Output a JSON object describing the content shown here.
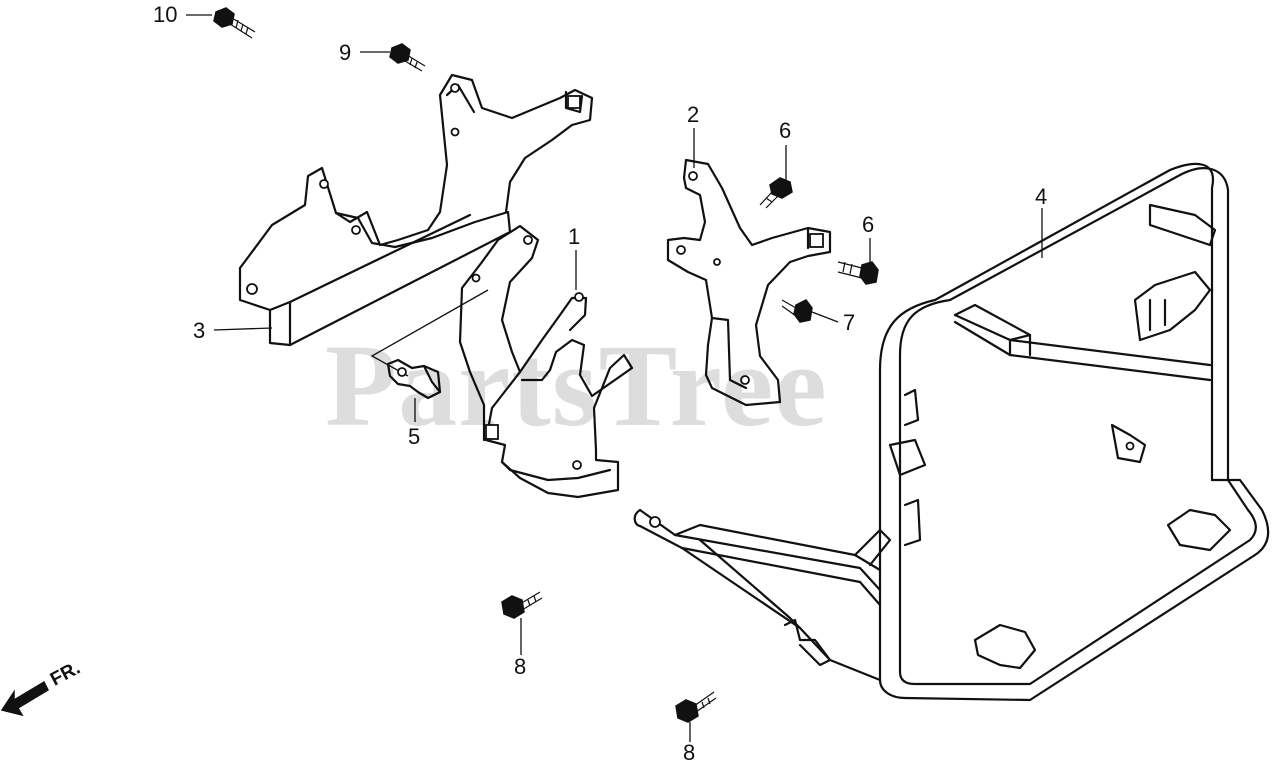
{
  "watermark": "PartsTree",
  "direction_label": "FR.",
  "callouts": [
    {
      "id": "c10",
      "label": "10"
    },
    {
      "id": "c9",
      "label": "9"
    },
    {
      "id": "c3",
      "label": "3"
    },
    {
      "id": "c5",
      "label": "5"
    },
    {
      "id": "c1",
      "label": "1"
    },
    {
      "id": "c2",
      "label": "2"
    },
    {
      "id": "c6a",
      "label": "6"
    },
    {
      "id": "c6b",
      "label": "6"
    },
    {
      "id": "c7",
      "label": "7"
    },
    {
      "id": "c4",
      "label": "4"
    },
    {
      "id": "c8a",
      "label": "8"
    },
    {
      "id": "c8b",
      "label": "8"
    }
  ],
  "parts": [
    {
      "ref": "part-1",
      "name": "bracket-1"
    },
    {
      "ref": "part-2",
      "name": "bracket-2"
    },
    {
      "ref": "part-3",
      "name": "cover-bracket-3"
    },
    {
      "ref": "part-4",
      "name": "frame-4"
    },
    {
      "ref": "part-5",
      "name": "clip-5"
    },
    {
      "ref": "part-6",
      "name": "bolt-6"
    },
    {
      "ref": "part-7",
      "name": "bolt-7"
    },
    {
      "ref": "part-8",
      "name": "bolt-8"
    },
    {
      "ref": "part-9",
      "name": "bolt-9"
    },
    {
      "ref": "part-10",
      "name": "bolt-10"
    }
  ]
}
